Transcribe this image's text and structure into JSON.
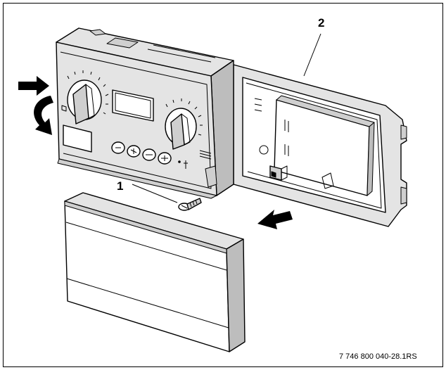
{
  "figure": {
    "callouts": [
      "1",
      "2"
    ],
    "reference_code": "7 746 800 040-28.1RS"
  },
  "icons": {
    "push_arrow": "arrow-right-icon",
    "rotate_arrow": "curved-arrow-icon",
    "pull_arrow": "arrow-down-left-icon"
  }
}
